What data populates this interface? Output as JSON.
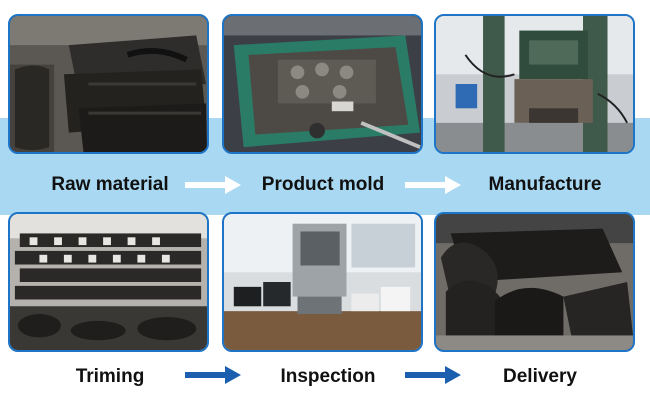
{
  "steps": {
    "raw_material": "Raw material",
    "product_mold": "Product mold",
    "manufacture": "Manufacture",
    "triming": "Triming",
    "inspection": "Inspection",
    "delivery": "Delivery"
  },
  "colors": {
    "band": "#a9d8f2",
    "frame_border": "#1e74c6",
    "arrow_top": "#ffffff",
    "arrow_bottom": "#1b5fae"
  }
}
